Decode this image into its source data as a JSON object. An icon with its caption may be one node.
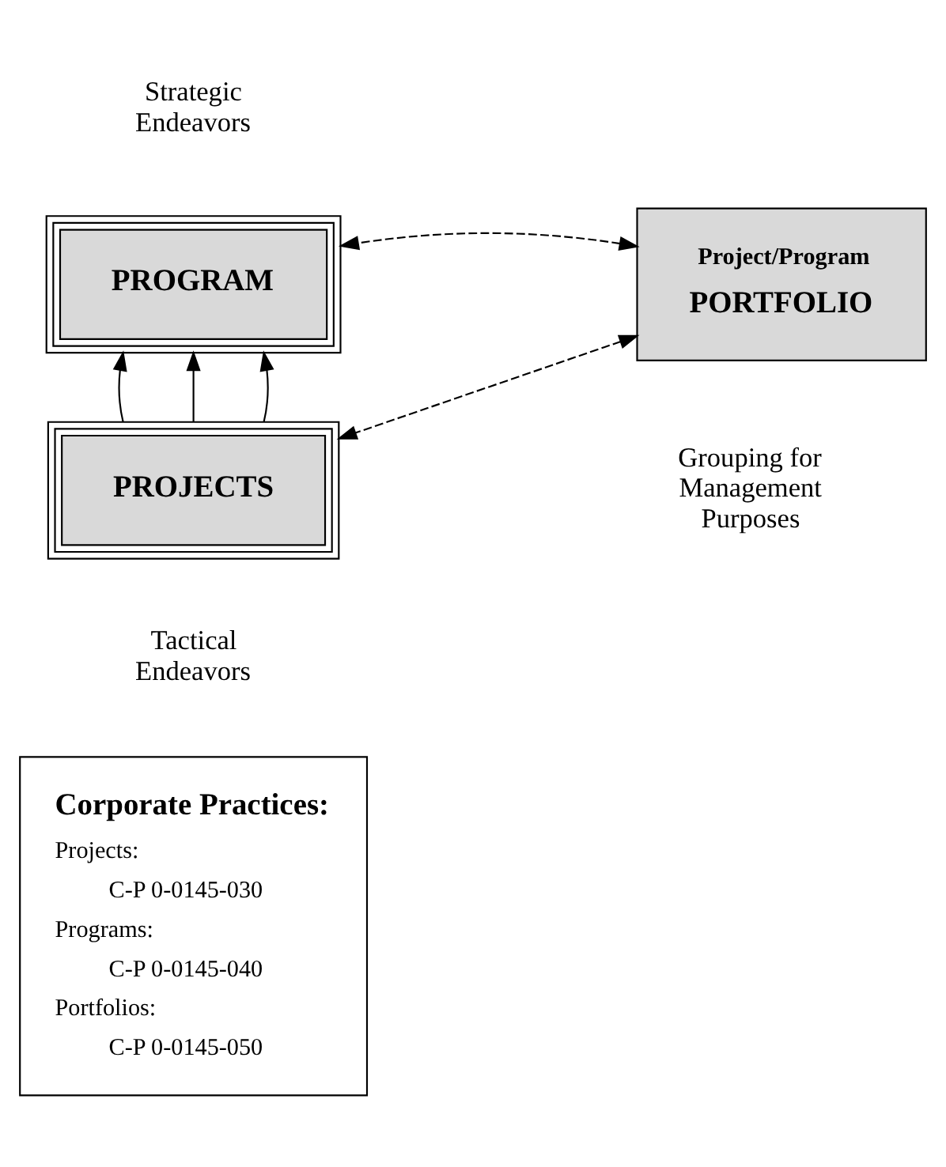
{
  "diagram": {
    "nodes": [
      {
        "text": [
          "PROGRAM"
        ],
        "beside": [
          "Strategic Endeavors"
        ]
      },
      {
        "text": [
          "Project/Program",
          "PORTFOLIO"
        ],
        "beside": [
          "Grouping for Management Purposes"
        ]
      },
      {
        "text": [
          "PROJECTS"
        ],
        "beside": [
          "Tactical Endeavors"
        ]
      },
      {
        "text": [
          "Corporate Practices:",
          "Projects:",
          "C-P 0-0145-030",
          "Programs:",
          "C-P 0-0145-040",
          "Portfolios:",
          "C-P 0-0145-050"
        ]
      }
    ],
    "edges": [
      {
        "from": 1,
        "to": 0,
        "arrow": "both",
        "style": "dashed"
      },
      {
        "from": 1,
        "to": 2,
        "arrow": "both",
        "style": "dashed"
      },
      {
        "from": 2,
        "to": 0,
        "arrow": "to"
      },
      {
        "from": 2,
        "to": 0,
        "arrow": "to"
      },
      {
        "from": 2,
        "to": 0,
        "arrow": "to"
      }
    ]
  }
}
